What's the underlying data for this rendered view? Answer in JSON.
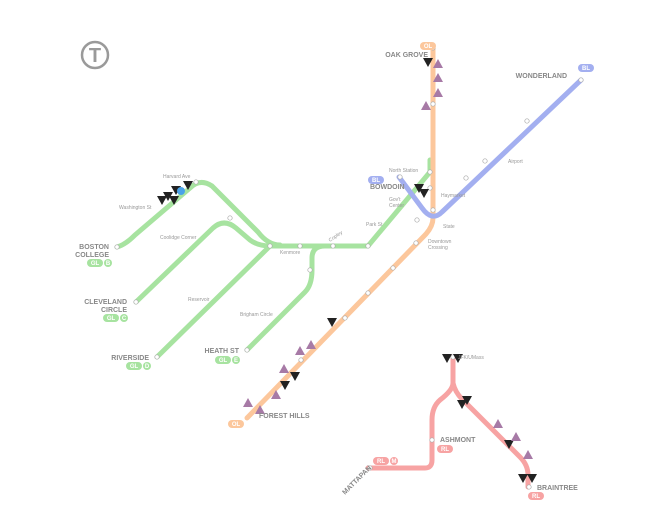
{
  "logo": {
    "letter": "T"
  },
  "colors": {
    "green": "#a7e3a0",
    "orange": "#fcc79c",
    "blue": "#a3aff0",
    "red": "#f7a3a3",
    "inbound_train": "#222222",
    "outbound_train": "#a77aa6",
    "vehicle_dot": "#4aa3e8"
  },
  "terminals": {
    "oak_grove": "OAK GROVE",
    "wonderland": "WONDERLAND",
    "bowdoin": "BOWDOIN",
    "boston_college": [
      "BOSTON",
      "COLLEGE"
    ],
    "cleveland_circle": [
      "CLEVELAND",
      "CIRCLE"
    ],
    "riverside": "RIVERSIDE",
    "heath_st": "HEATH ST",
    "forest_hills": "FOREST HILLS",
    "ashmont": "ASHMONT",
    "braintree": "BRAINTREE",
    "mattapan": "MATTAPAN"
  },
  "stations": {
    "harvard_ave": "Harvard Ave",
    "washington_st": "Washington St",
    "coolidge_corner": "Coolidge Corner",
    "kenmore": "Kenmore",
    "reservoir": "Reservoir",
    "brigham_circle": "Brigham Circle",
    "copley": "Copley",
    "park_st": "Park St",
    "govt_center": [
      "Gov't",
      "Center"
    ],
    "north_station": "North Station",
    "haymarket": "Haymarket",
    "state": "State",
    "downtown_crossing": [
      "Downtown",
      "Crossing"
    ],
    "airport": "Airport",
    "jfk_umass": "JFK/UMass"
  },
  "badges": {
    "ol": "OL",
    "bl": "BL",
    "gl": "GL",
    "rl": "RL",
    "b": "B",
    "c": "C",
    "d": "D",
    "e": "E",
    "m": "M"
  }
}
